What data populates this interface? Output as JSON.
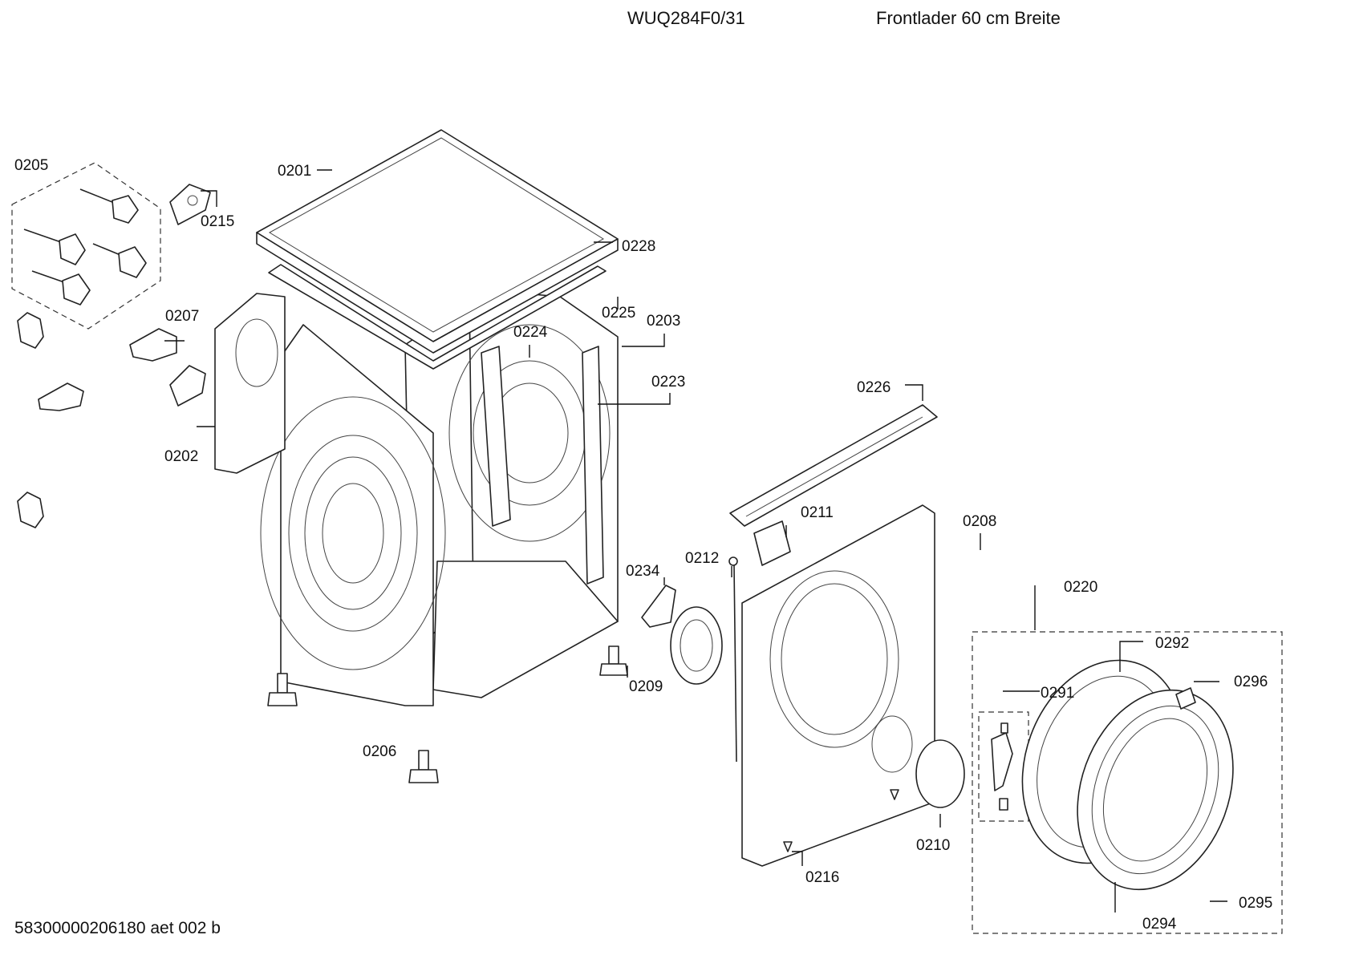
{
  "header": {
    "model": "WUQ284F0/31",
    "description": "Frontlader 60 cm Breite"
  },
  "footer": {
    "document_id": "58300000206180 aet 002 b"
  },
  "parts": [
    {
      "label": "0201"
    },
    {
      "label": "0202"
    },
    {
      "label": "0203"
    },
    {
      "label": "0205"
    },
    {
      "label": "0206"
    },
    {
      "label": "0207"
    },
    {
      "label": "0208"
    },
    {
      "label": "0209"
    },
    {
      "label": "0210"
    },
    {
      "label": "0211"
    },
    {
      "label": "0212"
    },
    {
      "label": "0215"
    },
    {
      "label": "0216"
    },
    {
      "label": "0220"
    },
    {
      "label": "0223"
    },
    {
      "label": "0224"
    },
    {
      "label": "0225"
    },
    {
      "label": "0226"
    },
    {
      "label": "0228"
    },
    {
      "label": "0234"
    },
    {
      "label": "0291"
    },
    {
      "label": "0292"
    },
    {
      "label": "0294"
    },
    {
      "label": "0295"
    },
    {
      "label": "0296"
    }
  ]
}
